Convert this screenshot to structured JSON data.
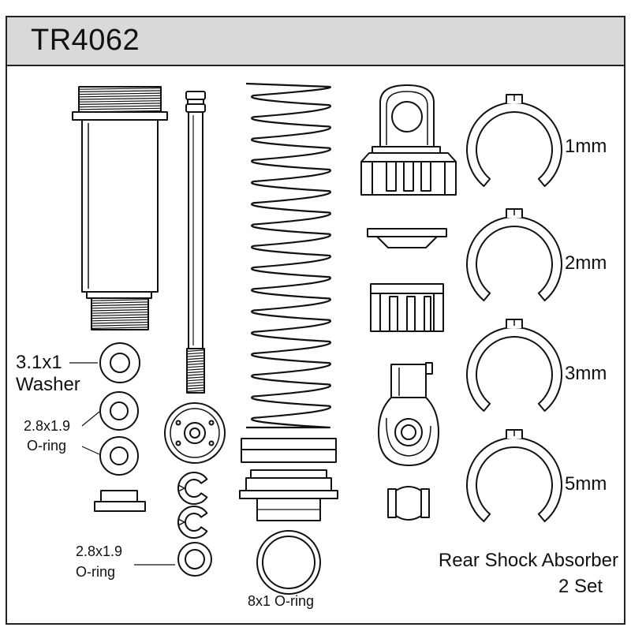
{
  "header": {
    "part_number": "TR4062"
  },
  "labels": {
    "washer_size": "3.1x1",
    "washer_name": "Washer",
    "oring_upper_size": "2.8x1.9",
    "oring_upper_name": "O-ring",
    "oring_lower_size": "2.8x1.9",
    "oring_lower_name": "O-ring",
    "oring_large": "8x1 O-ring",
    "spacer_1": "1mm",
    "spacer_2": "2mm",
    "spacer_3": "3mm",
    "spacer_5": "5mm",
    "product_name": "Rear Shock Absorber",
    "product_qty": "2 Set"
  },
  "colors": {
    "line": "#111111",
    "fill": "#ffffff",
    "header_bg": "#d9d9d9"
  }
}
